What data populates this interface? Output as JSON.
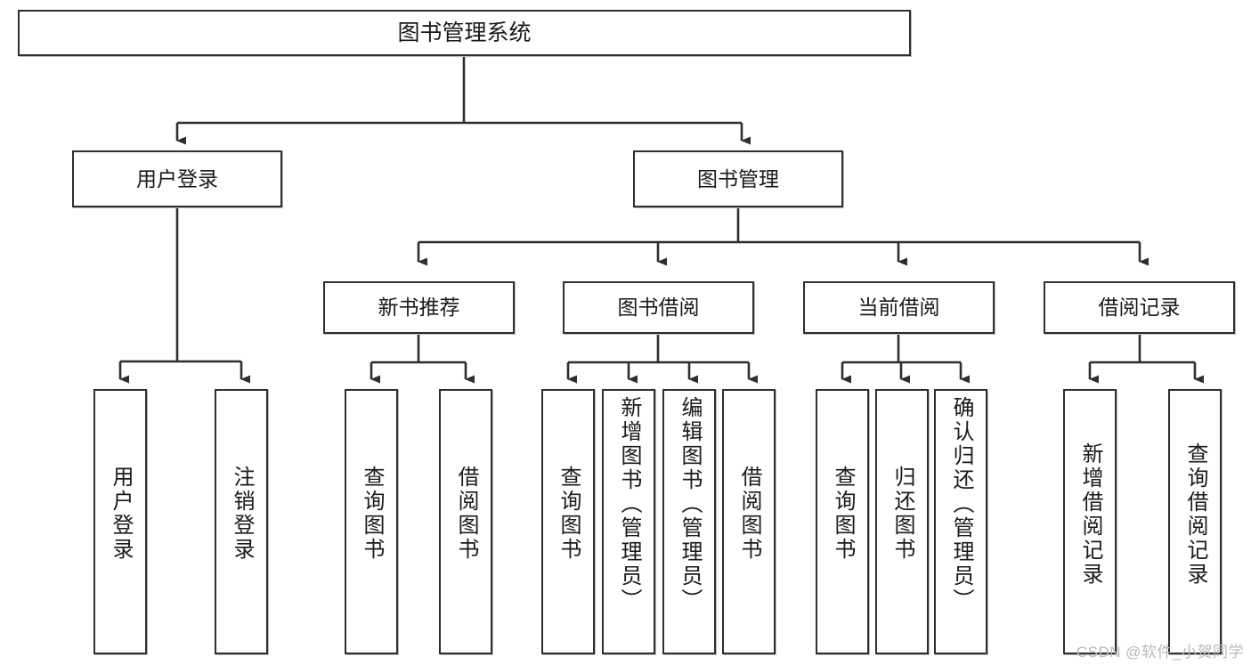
{
  "diagram": {
    "title": "图书管理系统",
    "watermark": "CSDN @软件_小贺同学",
    "colors": {
      "stroke": "#2e2e2e",
      "fill": "#ffffff",
      "shadow": "#bdbdbd",
      "text": "#1a1a1a",
      "watermark": "#b9b9b9"
    },
    "levels": {
      "root": {
        "label": "图书管理系统"
      },
      "level1": [
        {
          "id": "user-login",
          "label": "用户登录"
        },
        {
          "id": "book-management",
          "label": "图书管理"
        }
      ],
      "level2": [
        {
          "id": "new-book-recommend",
          "label": "新书推荐"
        },
        {
          "id": "book-borrow",
          "label": "图书借阅"
        },
        {
          "id": "current-borrow",
          "label": "当前借阅"
        },
        {
          "id": "borrow-record",
          "label": "借阅记录"
        }
      ],
      "leaves": {
        "user-login": [
          {
            "id": "leaf-user-login",
            "label": "用户登录"
          },
          {
            "id": "leaf-logout",
            "label": "注销登录"
          }
        ],
        "new-book-recommend": [
          {
            "id": "leaf-query-book-1",
            "label": "查询图书"
          },
          {
            "id": "leaf-borrow-book-1",
            "label": "借阅图书"
          }
        ],
        "book-borrow": [
          {
            "id": "leaf-query-book-2",
            "label": "查询图书"
          },
          {
            "id": "leaf-add-book",
            "label": "新增图书（管理员）"
          },
          {
            "id": "leaf-edit-book",
            "label": "编辑图书（管理员）"
          },
          {
            "id": "leaf-borrow-book-2",
            "label": "借阅图书"
          }
        ],
        "current-borrow": [
          {
            "id": "leaf-query-book-3",
            "label": "查询图书"
          },
          {
            "id": "leaf-return-book",
            "label": "归还图书"
          },
          {
            "id": "leaf-confirm-return",
            "label": "确认归还（管理员）"
          }
        ],
        "borrow-record": [
          {
            "id": "leaf-add-record",
            "label": "新增借阅记录"
          },
          {
            "id": "leaf-query-record",
            "label": "查询借阅记录"
          }
        ]
      }
    }
  }
}
